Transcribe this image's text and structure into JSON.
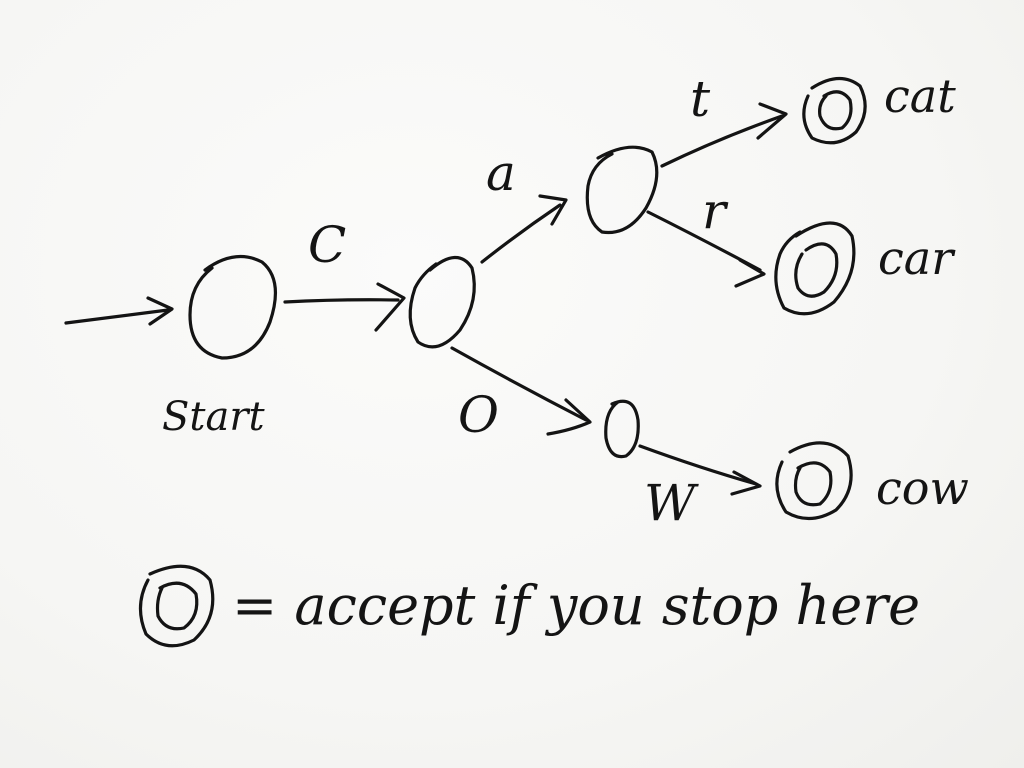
{
  "diagram": {
    "ink_color": "#141414",
    "background_color": "#f7f7f5",
    "start_label": "Start",
    "edges": [
      {
        "from": "start",
        "to": "c",
        "label": "C"
      },
      {
        "from": "c",
        "to": "ca",
        "label": "a"
      },
      {
        "from": "ca",
        "to": "cat",
        "label": "t"
      },
      {
        "from": "ca",
        "to": "car",
        "label": "r"
      },
      {
        "from": "c",
        "to": "co",
        "label": "O"
      },
      {
        "from": "co",
        "to": "cow",
        "label": "W"
      }
    ],
    "accept_states": [
      {
        "id": "cat",
        "word": "cat"
      },
      {
        "id": "car",
        "word": "car"
      },
      {
        "id": "cow",
        "word": "cow"
      }
    ],
    "legend": {
      "text": "= accept if you stop here"
    }
  }
}
